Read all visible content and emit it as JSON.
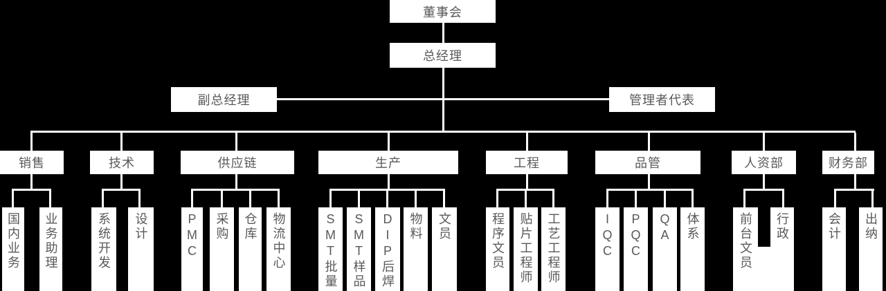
{
  "colors": {
    "background": "#000000",
    "node_fill": "#ffffff",
    "node_text": "#595959",
    "connector": "#ffffff"
  },
  "org": {
    "board": "董事会",
    "general_manager": "总经理",
    "deputy_general_manager": "副总经理",
    "management_representative": "管理者代表",
    "departments": [
      {
        "label": "销售",
        "children": [
          "国内业务",
          "业务助理"
        ]
      },
      {
        "label": "技术",
        "children": [
          "系统开发",
          "设计"
        ]
      },
      {
        "label": "供应链",
        "children": [
          "PMC",
          "采购",
          "仓库",
          "物流中心"
        ]
      },
      {
        "label": "生产",
        "children": [
          "SMT批量",
          "SMT样品",
          "DIP后焊",
          "物料",
          "文员"
        ]
      },
      {
        "label": "工程",
        "children": [
          "程序文员",
          "贴片工程师",
          "工艺工程师"
        ]
      },
      {
        "label": "品管",
        "children": [
          "IQC",
          "PQC",
          "QA",
          "体系"
        ]
      },
      {
        "label": "人资部",
        "children": [
          "前台文员",
          "行政"
        ]
      },
      {
        "label": "财务部",
        "children": [
          "会计",
          "出纳"
        ]
      }
    ]
  }
}
